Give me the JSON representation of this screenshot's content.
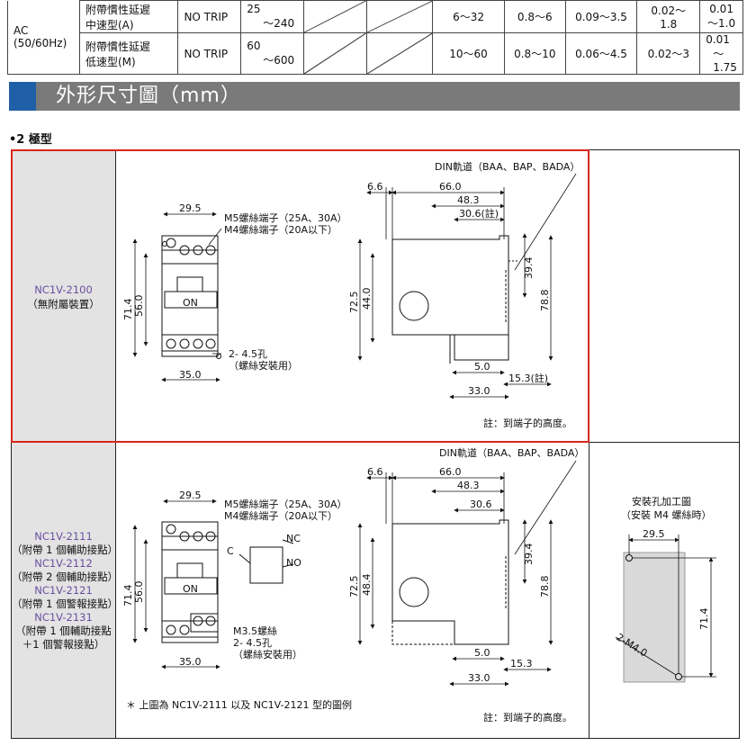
{
  "spec_table": {
    "ac_label": "AC",
    "ac_freq": "(50/60Hz)",
    "rows": [
      {
        "type_line1": "附帶慣性延遲",
        "type_line2": "中速型(A)",
        "trip": "NO TRIP",
        "val_top": "25",
        "val_bottom": "～240",
        "r1": "6～32",
        "r2": "0.8～6",
        "r3": "0.09～3.5",
        "r4": "0.02～1.8",
        "r5": "0.01～1.0"
      },
      {
        "type_line1": "附帶慣性延遲",
        "type_line2": "低速型(M)",
        "trip": "NO TRIP",
        "val_top": "60",
        "val_bottom": "～600",
        "r1": "10～60",
        "r2": "0.8～10",
        "r3": "0.06～4.5",
        "r4": "0.02～3",
        "r5_top": "0.01",
        "r5_bottom": "～1.75"
      }
    ]
  },
  "section_title": "外形尺寸圖（mm）",
  "pole_label": "•2 極型",
  "panel1": {
    "model": "NC1V-2100",
    "note": "（無附屬裝置）",
    "din_label": "DIN軌道（BAA、BAP、BADA）",
    "dims": {
      "d29_5": "29.5",
      "d35": "35.0",
      "d71_4": "71.4",
      "d56": "56.0",
      "d72_5": "72.5",
      "d44": "44.0",
      "d6_6": "6.6",
      "d66": "66.0",
      "d48_3": "48.3",
      "d30_6": "30.6(註)",
      "d39_4": "39.4",
      "d78_8": "78.8",
      "d5": "5.0",
      "d15_3": "15.3(註)",
      "d33": "33.0"
    },
    "m5_label": "M5螺絲端子（25A、30A）",
    "m4_label": "M4螺絲端子（20A以下）",
    "on_label": "ON",
    "hole_label_1": "2- 4.5孔",
    "hole_label_2": "（螺絲安裝用）",
    "footnote": "註：到端子的高度。"
  },
  "panel2": {
    "models": [
      "NC1V-2111",
      "（附帶 1 個輔助接點）",
      "NC1V-2112",
      "（附帶 2 個輔助接點）",
      "NC1V-2121",
      "（附帶 1 個警報接點）",
      "NC1V-2131",
      "（附帶 1 個輔助接點",
      "＋1 個警報接點）"
    ],
    "din_label": "DIN軌道（BAA、BAP、BADA）",
    "dims": {
      "d29_5": "29.5",
      "d35": "35.0",
      "d71_4": "71.4",
      "d56": "56.0",
      "d72_5": "72.5",
      "d48_4": "48.4",
      "d6_6": "6.6",
      "d66": "66.0",
      "d48_3": "48.3",
      "d30_6": "30.6",
      "d39_4": "39.4",
      "d78_8": "78.8",
      "d5": "5.0",
      "d15_3": "15.3",
      "d33": "33.0"
    },
    "m5_label": "M5螺絲端子（25A、30A）",
    "m4_label": "M4螺絲端子（20A以下）",
    "on_label": "ON",
    "nc": "NC",
    "no": "NO",
    "c": "C",
    "m35_label": "M3.5螺絲",
    "hole_label_1": "2- 4.5孔",
    "hole_label_2": "（螺絲安裝用）",
    "star_note": "＊ 上圖為 NC1V-2111 以及 NC1V-2121 型的圖例",
    "footnote": "註：到端子的高度。"
  },
  "mounting": {
    "title1": "安裝孔加工圖",
    "title2": "（安裝 M4 螺絲時）",
    "d29_5": "29.5",
    "d71_4": "71.4",
    "m4": "2-M4.0"
  }
}
